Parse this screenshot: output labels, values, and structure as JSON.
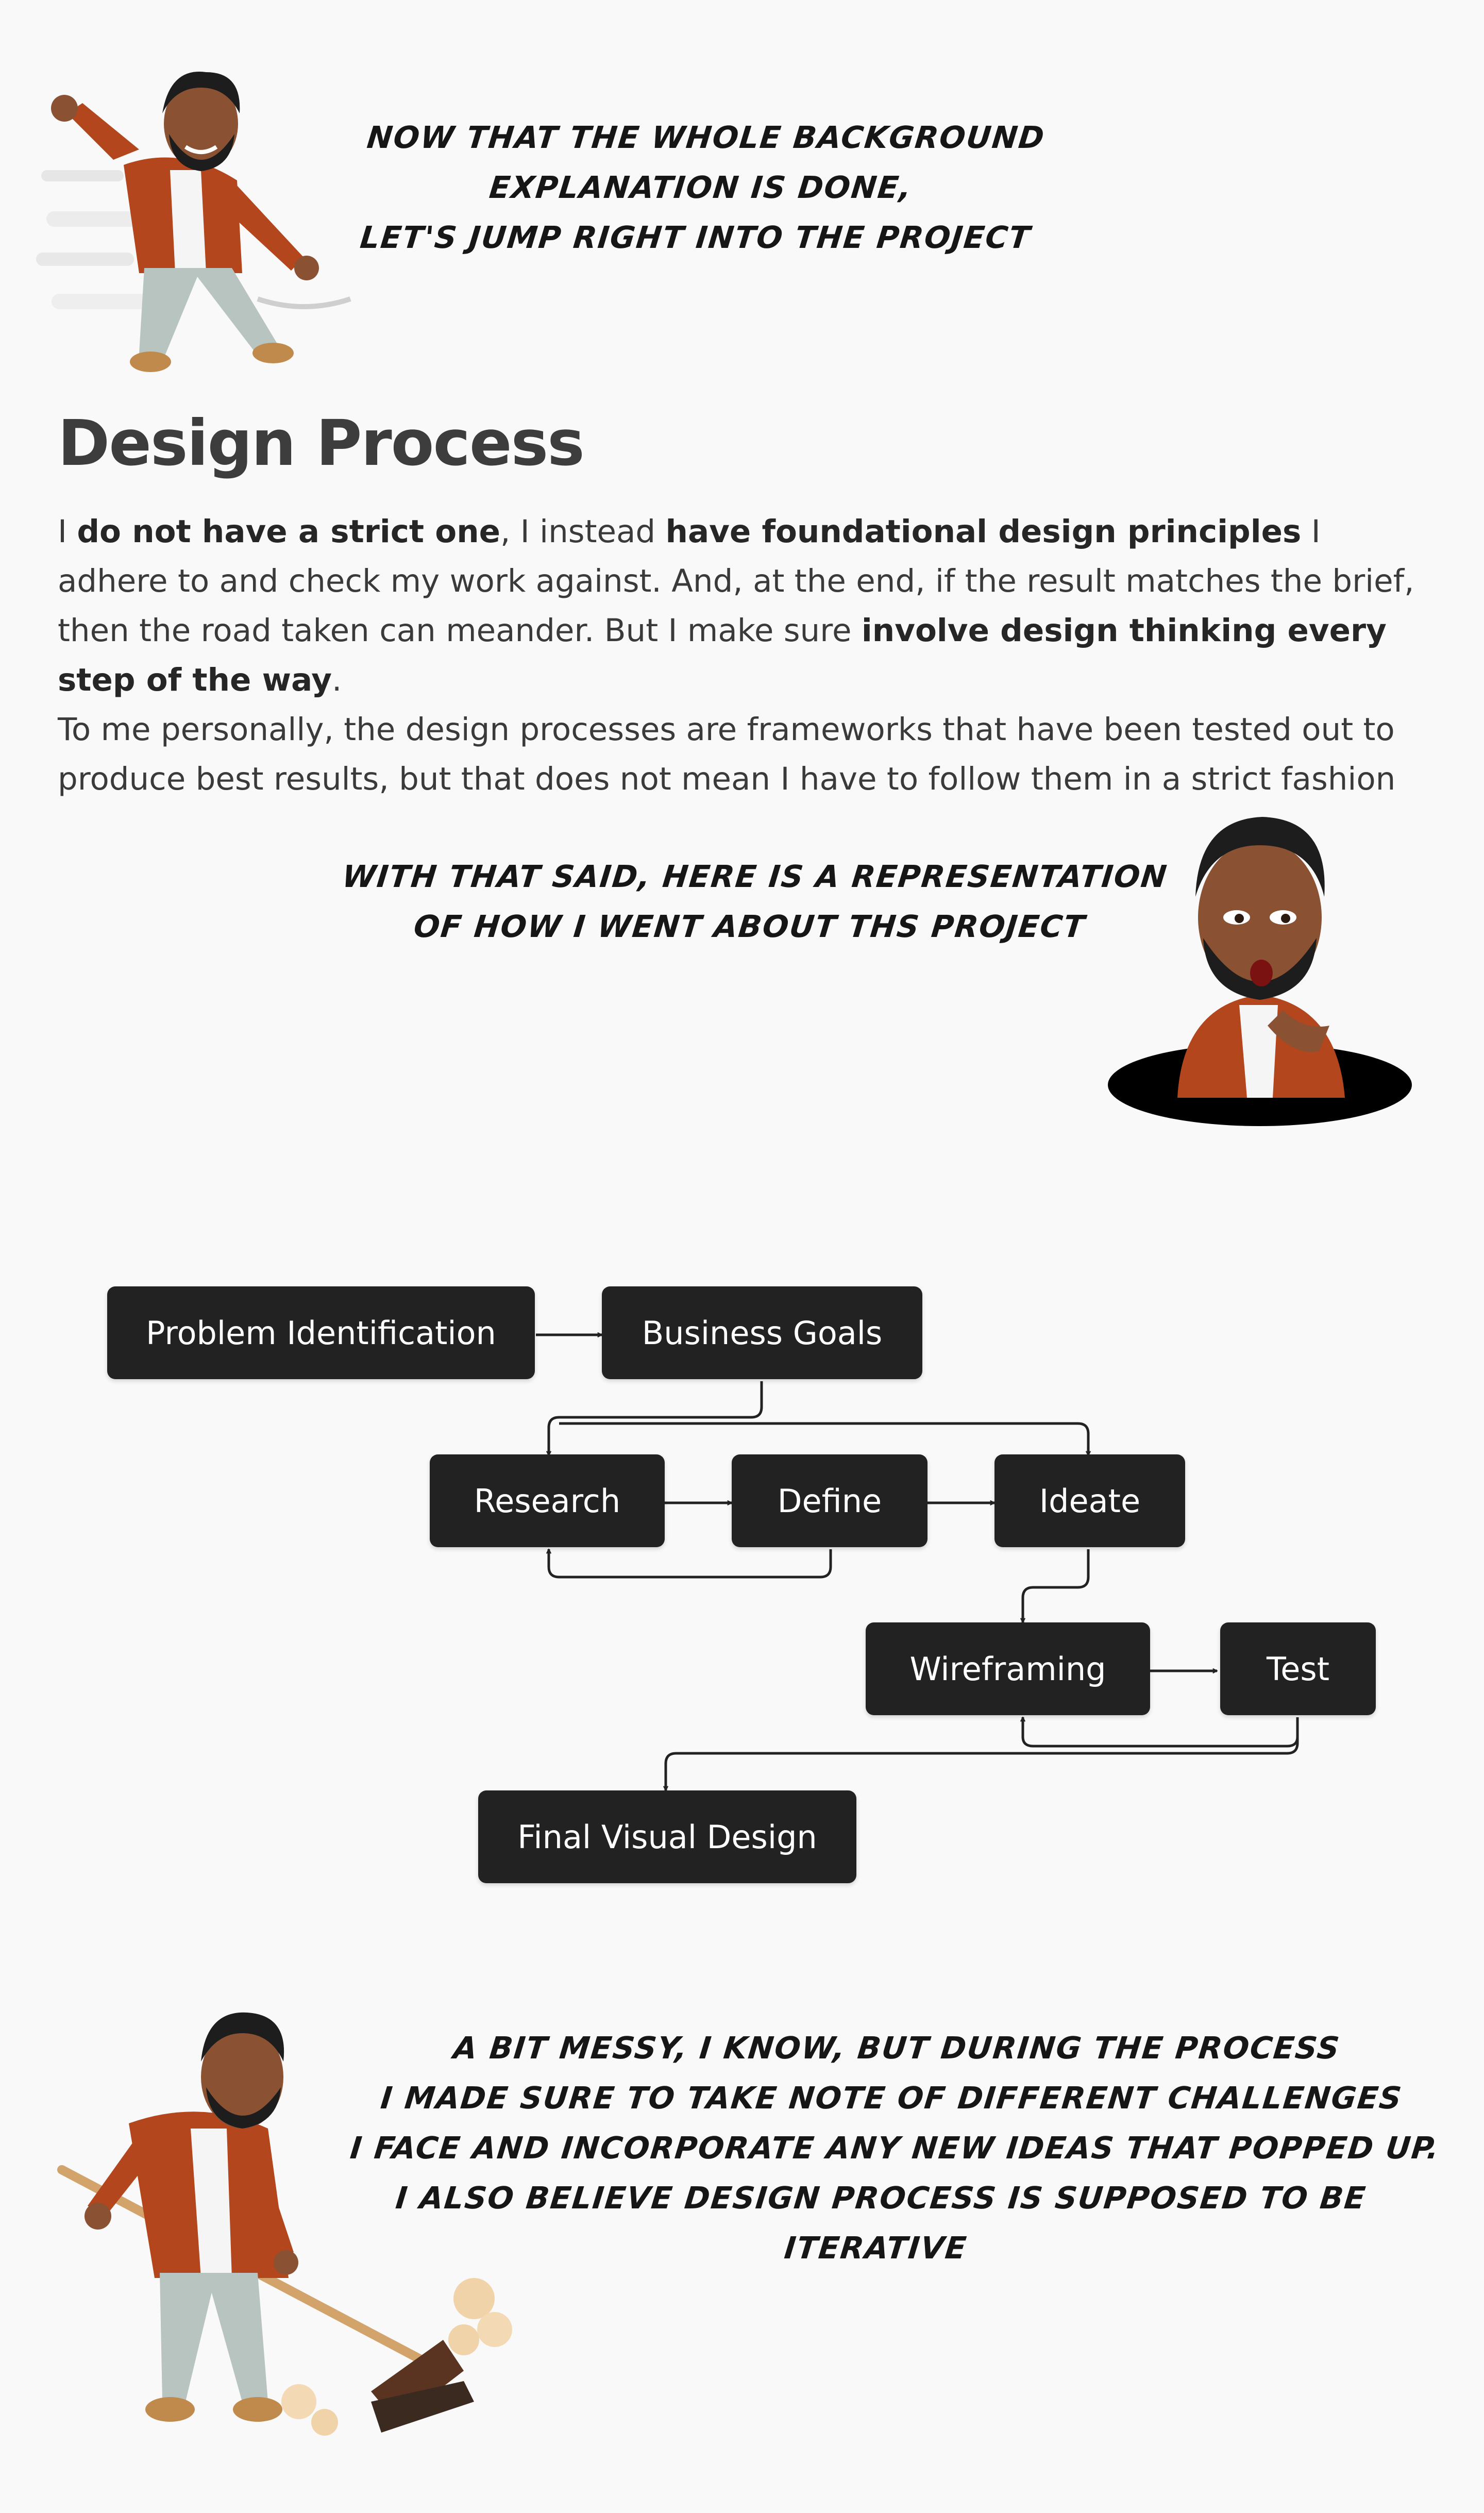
{
  "captions": {
    "intro": {
      "line1": "NOW THAT THE WHOLE BACKGROUND",
      "line2": "EXPLANATION IS DONE,",
      "line3": "LET'S JUMP RIGHT INTO THE PROJECT"
    },
    "representation": {
      "line1": "WITH THAT SAID, HERE IS A REPRESENTATION",
      "line2": "OF HOW I WENT ABOUT THS PROJECT"
    },
    "messy": {
      "line1": "A BIT MESSY, I KNOW, BUT DURING THE PROCESS",
      "line2": "I MADE SURE TO TAKE NOTE OF DIFFERENT CHALLENGES",
      "line3": "I FACE AND INCORPORATE ANY NEW IDEAS THAT POPPED UP.",
      "line4": "I ALSO BELIEVE DESIGN PROCESS IS SUPPOSED TO BE",
      "line5": "ITERATIVE"
    }
  },
  "section": {
    "title": "Design Process",
    "para1": {
      "t1": "I ",
      "b1": "do not have a strict one",
      "t2": ", I instead ",
      "b2": "have foundational design principles",
      "t3": " I adhere to and check my work against. And, at the end, if the result matches the brief, then the road taken can meander. But I make sure ",
      "b3": "involve design thinking every step of the way",
      "t4": "."
    },
    "para2": "To me personally, the design processes are frameworks that have been tested out to produce best results, but that does not mean I have to follow them in a strict fashion"
  },
  "flow": {
    "problem": "Problem Identification",
    "business": "Business Goals",
    "research": "Research",
    "define": "Define",
    "ideate": "Ideate",
    "wireframing": "Wireframing",
    "test": "Test",
    "final": "Final Visual Design"
  },
  "colors": {
    "background": "#f9f9f9",
    "node": "#222222",
    "jacket": "#b3461d",
    "skin": "#8a5232"
  },
  "icons": {
    "avatar_dancing": "bitmoji-dancing",
    "avatar_thinking": "bitmoji-thinking-in-hole",
    "avatar_sweeping": "bitmoji-sweeping"
  }
}
